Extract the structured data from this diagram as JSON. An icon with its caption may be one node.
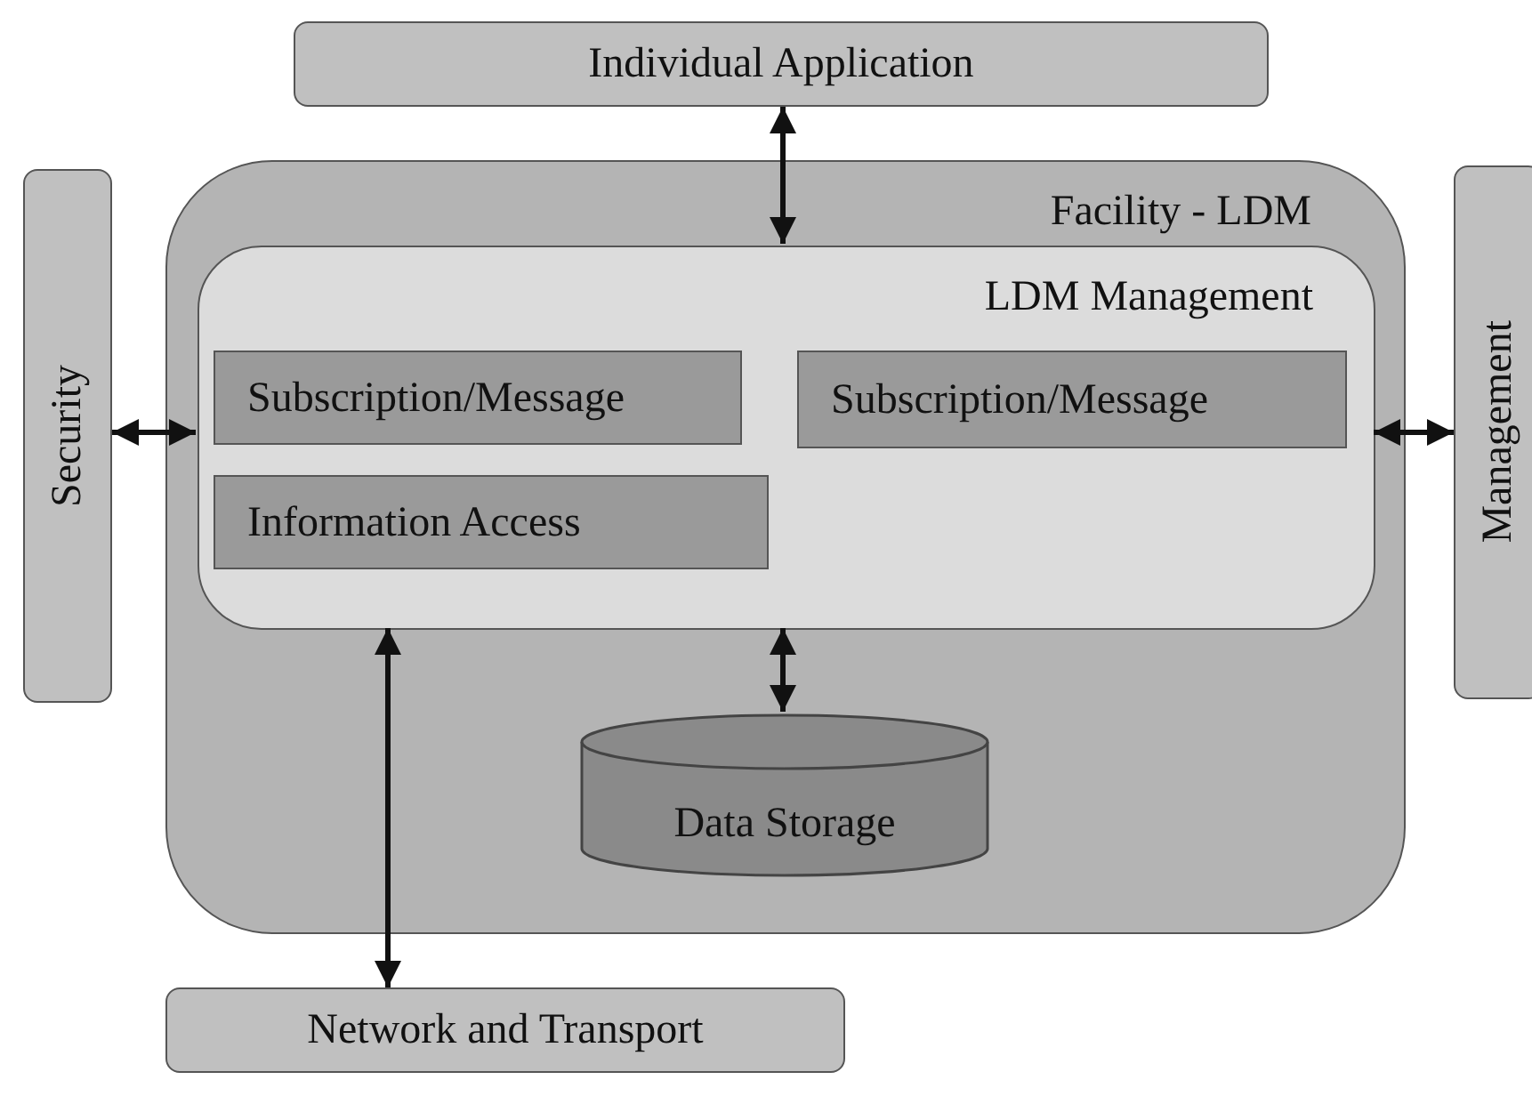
{
  "diagram": {
    "nodes": [
      {
        "text": [
          "Individual Application"
        ]
      },
      {
        "text": [
          "Security"
        ]
      },
      {
        "text": [
          "Facility - LDM"
        ]
      },
      {
        "text": [
          "LDM Management"
        ],
        "in": 2
      },
      {
        "text": [
          "Subscription/Message"
        ],
        "in": 3
      },
      {
        "text": [
          "Subscription/Message"
        ],
        "in": 3
      },
      {
        "text": [
          "Information Access"
        ],
        "in": 3
      },
      {
        "text": [
          "Management"
        ]
      },
      {
        "text": [
          "Data Storage"
        ],
        "in": 2
      },
      {
        "text": [
          "Network and Transport"
        ]
      }
    ],
    "edges": [
      {
        "from": 0,
        "to": 3,
        "arrow": "both"
      },
      {
        "from": 1,
        "to": 3,
        "arrow": "both"
      },
      {
        "from": 3,
        "to": 7,
        "arrow": "both"
      },
      {
        "from": 3,
        "to": 8,
        "arrow": "both"
      },
      {
        "from": 3,
        "to": 9,
        "arrow": "both"
      }
    ]
  }
}
